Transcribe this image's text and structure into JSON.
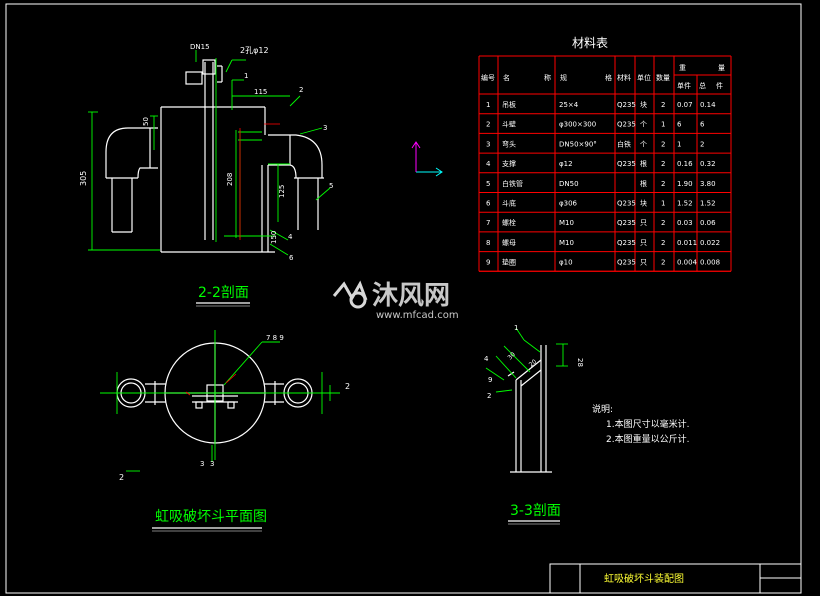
{
  "colors": {
    "background": "#000000",
    "geometry": "#ffffff",
    "dimension": "#00ff00",
    "table_line": "#ff0000",
    "title": "#00ff00",
    "axis_x": "#00ffff",
    "axis_y": "#ff00ff",
    "watermark": "#d8d8d8"
  },
  "views": {
    "section_22_title": "2-2剖面",
    "plan_title": "虹吸破坏斗平面图",
    "section_33_title": "3-3剖面"
  },
  "section_22_labels": {
    "dn15": "DN15",
    "hole": "2孔φ12",
    "d115": "115",
    "d50": "50",
    "d305": "305",
    "d208": "208",
    "d125": "125",
    "d150": "150",
    "n1": "1",
    "n2": "2",
    "n3": "3",
    "n4": "4",
    "n5": "5",
    "n6": "6"
  },
  "plan_labels": {
    "n789": "7 8 9",
    "cut2a": "2",
    "cut2b": "2",
    "cut3": "3",
    "cut3b": "3"
  },
  "section_33_labels": {
    "n4": "4",
    "n1": "1",
    "n9": "9",
    "n2": "2",
    "d30": "30",
    "d28": "28",
    "d20": "20"
  },
  "notes": {
    "heading": "说明:",
    "line1": "1.本图尺寸以毫米计.",
    "line2": "2.本图重量以公斤计."
  },
  "material_table": {
    "title": "材料表",
    "headers": {
      "no": "编号",
      "name_a": "名",
      "name_b": "称",
      "spec_a": "规",
      "spec_b": "格",
      "material": "材料",
      "unit": "单位",
      "qty": "数量",
      "weight_a": "重",
      "weight_b": "量",
      "unit_weight": "单件",
      "total_weight_a": "总",
      "total_weight_b": "件"
    },
    "rows": [
      {
        "no": "1",
        "name": "吊板",
        "spec": "25×4",
        "material": "Q235",
        "unit": "块",
        "qty": "2",
        "unit_w": "0.07",
        "total_w": "0.14"
      },
      {
        "no": "2",
        "name": "斗壁",
        "spec": "φ300×300",
        "material": "Q235",
        "unit": "个",
        "qty": "1",
        "unit_w": "6",
        "total_w": "6"
      },
      {
        "no": "3",
        "name": "弯头",
        "spec": "DN50×90°",
        "material": "白铁",
        "unit": "个",
        "qty": "2",
        "unit_w": "1",
        "total_w": "2"
      },
      {
        "no": "4",
        "name": "支撑",
        "spec": "φ12",
        "material": "Q235",
        "unit": "根",
        "qty": "2",
        "unit_w": "0.16",
        "total_w": "0.32"
      },
      {
        "no": "5",
        "name": "白铁管",
        "spec": "DN50",
        "material": "",
        "unit": "根",
        "qty": "2",
        "unit_w": "1.90",
        "total_w": "3.80"
      },
      {
        "no": "6",
        "name": "斗底",
        "spec": "φ306",
        "material": "Q235",
        "unit": "块",
        "qty": "1",
        "unit_w": "1.52",
        "total_w": "1.52"
      },
      {
        "no": "7",
        "name": "螺栓",
        "spec": "M10",
        "material": "Q235",
        "unit": "只",
        "qty": "2",
        "unit_w": "0.03",
        "total_w": "0.06"
      },
      {
        "no": "8",
        "name": "螺母",
        "spec": "M10",
        "material": "Q235",
        "unit": "只",
        "qty": "2",
        "unit_w": "0.011",
        "total_w": "0.022"
      },
      {
        "no": "9",
        "name": "垫圈",
        "spec": "φ10",
        "material": "Q235",
        "unit": "只",
        "qty": "2",
        "unit_w": "0.004",
        "total_w": "0.008"
      }
    ]
  },
  "title_block": {
    "drawing_name": "虹吸破坏斗装配图"
  },
  "watermark": {
    "brand": "沐风网",
    "url": "www.mfcad.com"
  }
}
